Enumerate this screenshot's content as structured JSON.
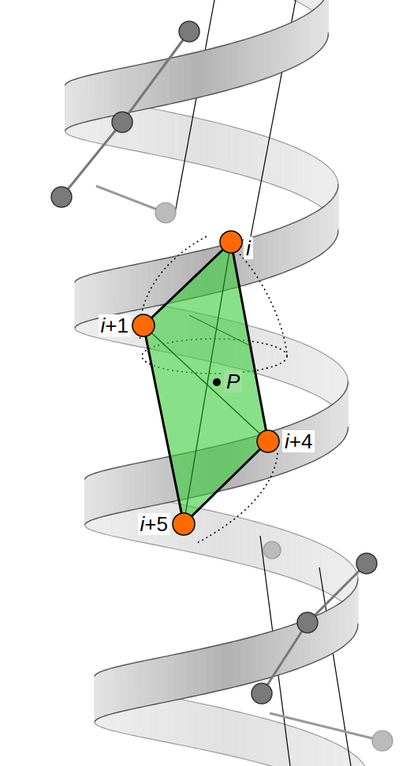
{
  "diagram": {
    "labels": [
      "i",
      "i+1",
      "P",
      "i+4",
      "i+5"
    ]
  }
}
